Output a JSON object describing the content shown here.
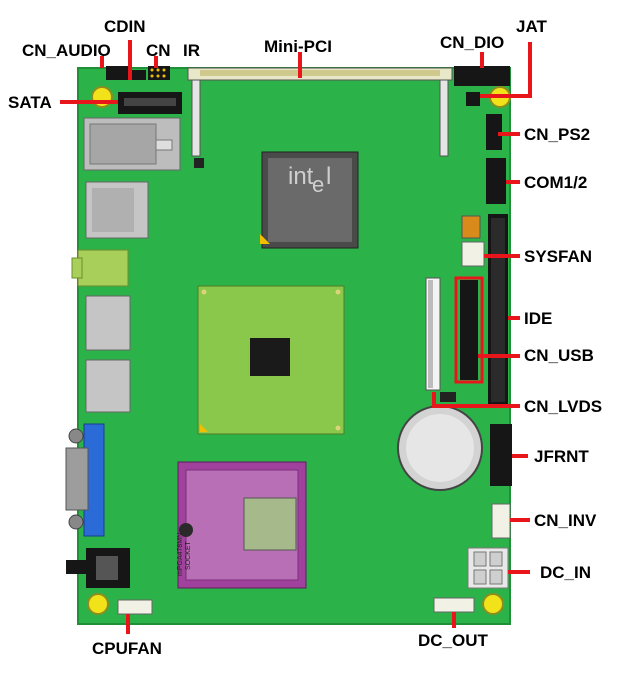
{
  "labels": {
    "cdin": "CDIN",
    "cn_audio": "CN_AUDIO",
    "cn": "CN",
    "ir": "IR",
    "mini_pci": "Mini-PCI",
    "cn_dio": "CN_DIO",
    "jat": "JAT",
    "sata": "SATA",
    "cn_ps2": "CN_PS2",
    "com12": "COM1/2",
    "sysfan": "SYSFAN",
    "ide": "IDE",
    "cn_usb": "CN_USB",
    "cn_lvds": "CN_LVDS",
    "jfrnt": "JFRNT",
    "cn_inv": "CN_INV",
    "dc_in": "DC_IN",
    "cpufan": "CPUFAN",
    "dc_out": "DC_OUT"
  },
  "chip_text": {
    "brand": "int",
    "brand_e": "e",
    "brand_l": "l",
    "socket_line1": "mPGA478MN",
    "socket_line2": "SOCKET"
  },
  "colors": {
    "board": "#2bb34a",
    "board_edge": "#1f8f38",
    "callout": "#e8151b",
    "chip_dark": "#4a4a4a",
    "chip_mid": "#7b7b7b",
    "cpu_die": "#89c84a",
    "socket": "#a0429d",
    "vga_blue": "#2a6bd8",
    "header_black": "#161616",
    "mounting_hole": "#f2e21a"
  }
}
